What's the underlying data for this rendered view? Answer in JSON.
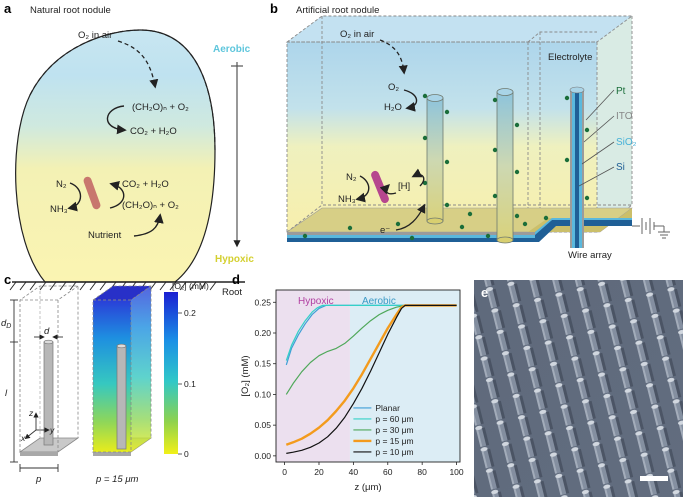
{
  "panel_a": {
    "letter": "a",
    "title": "Natural root nodule",
    "o2_air": "O₂ in air",
    "reaction1_left": "(CH₂O)ₙ + O₂",
    "reaction1_right": "CO₂ + H₂O",
    "n2": "N₂",
    "nh3": "NH₃",
    "reaction2_top": "CO₂ + H₂O",
    "reaction2_bottom": "(CH₂O)ₙ + O₂",
    "nutrient": "Nutrient",
    "root": "Root",
    "aerobic": "Aerobic",
    "hypoxic": "Hypoxic",
    "colors": {
      "aerobic": "#5ec6dc",
      "hypoxic": "#d4d030"
    }
  },
  "panel_b": {
    "letter": "b",
    "title": "Artificial root nodule",
    "o2_air": "O₂ in air",
    "o2": "O₂",
    "h2o": "H₂O",
    "n2": "N₂",
    "nh3": "NH₃",
    "h": "[H]",
    "electron": "e⁻",
    "electrolyte": "Electrolyte",
    "wire_array": "Wire array",
    "legend": [
      {
        "label": "Pt",
        "color": "#1b6e3a"
      },
      {
        "label": "ITO",
        "color": "#888888"
      },
      {
        "label": "SiO₂",
        "color": "#48b2d8"
      },
      {
        "label": "Si",
        "color": "#1f5f96"
      }
    ]
  },
  "panel_c": {
    "letter": "c",
    "db": "d",
    "db_sub": "D",
    "d": "d",
    "l": "l",
    "p": "p",
    "x": "x",
    "y": "y",
    "z": "z",
    "caption": "p = 15 μm",
    "colorbar_title": "[O₂] (mM)",
    "colorbar_ticks": [
      "0.2",
      "0.1",
      "0"
    ]
  },
  "panel_d": {
    "letter": "d",
    "region_hypoxic": "Hypoxic",
    "region_aerobic": "Aerobic",
    "colors": {
      "hypoxic": "#ece0ef",
      "aerobic": "#dcedf5"
    }
  },
  "panel_e": {
    "letter": "e"
  },
  "chart_data": {
    "type": "line",
    "xlabel": "z (μm)",
    "ylabel": "[O₂] (mM)",
    "xlim": [
      -5,
      102
    ],
    "ylim": [
      -0.01,
      0.27
    ],
    "xticks": [
      0,
      20,
      40,
      60,
      80,
      100
    ],
    "yticks": [
      0.0,
      0.05,
      0.1,
      0.15,
      0.2,
      0.25
    ],
    "regions": [
      {
        "label": "Hypoxic",
        "from": -5,
        "to": 38
      },
      {
        "label": "Aerobic",
        "from": 38,
        "to": 102
      }
    ],
    "legend_position": "bottom-right",
    "series": [
      {
        "name": "Planar",
        "color": "#3f9fd6",
        "width": 1.2,
        "x": [
          1,
          4,
          8,
          12,
          16,
          20,
          24,
          100
        ],
        "y": [
          0.148,
          0.175,
          0.197,
          0.215,
          0.23,
          0.24,
          0.245,
          0.245
        ]
      },
      {
        "name": "p = 60 μm",
        "color": "#33d1c8",
        "width": 1.2,
        "x": [
          1,
          4,
          8,
          12,
          16,
          19,
          22,
          100
        ],
        "y": [
          0.155,
          0.18,
          0.203,
          0.22,
          0.234,
          0.241,
          0.245,
          0.245
        ]
      },
      {
        "name": "p = 30 μm",
        "color": "#4fa85a",
        "width": 1.2,
        "x": [
          1,
          5,
          10,
          15,
          20,
          25,
          30,
          35,
          40,
          45,
          50,
          55,
          60,
          65,
          70,
          100
        ],
        "y": [
          0.1,
          0.118,
          0.137,
          0.152,
          0.163,
          0.17,
          0.175,
          0.183,
          0.195,
          0.208,
          0.22,
          0.23,
          0.237,
          0.242,
          0.245,
          0.245
        ]
      },
      {
        "name": "p = 15 μm",
        "color": "#f39b1d",
        "width": 2.4,
        "x": [
          1,
          5,
          10,
          15,
          20,
          25,
          30,
          35,
          40,
          45,
          50,
          55,
          60,
          65,
          68,
          70,
          100
        ],
        "y": [
          0.018,
          0.022,
          0.028,
          0.036,
          0.046,
          0.058,
          0.073,
          0.09,
          0.11,
          0.133,
          0.158,
          0.183,
          0.208,
          0.23,
          0.242,
          0.245,
          0.245
        ]
      },
      {
        "name": "p = 10 μm",
        "color": "#111111",
        "width": 1.2,
        "x": [
          1,
          5,
          10,
          15,
          20,
          25,
          30,
          35,
          40,
          45,
          50,
          55,
          60,
          65,
          68,
          70,
          100
        ],
        "y": [
          0.004,
          0.006,
          0.009,
          0.014,
          0.021,
          0.031,
          0.045,
          0.063,
          0.085,
          0.11,
          0.138,
          0.168,
          0.198,
          0.225,
          0.24,
          0.245,
          0.245
        ]
      }
    ]
  }
}
